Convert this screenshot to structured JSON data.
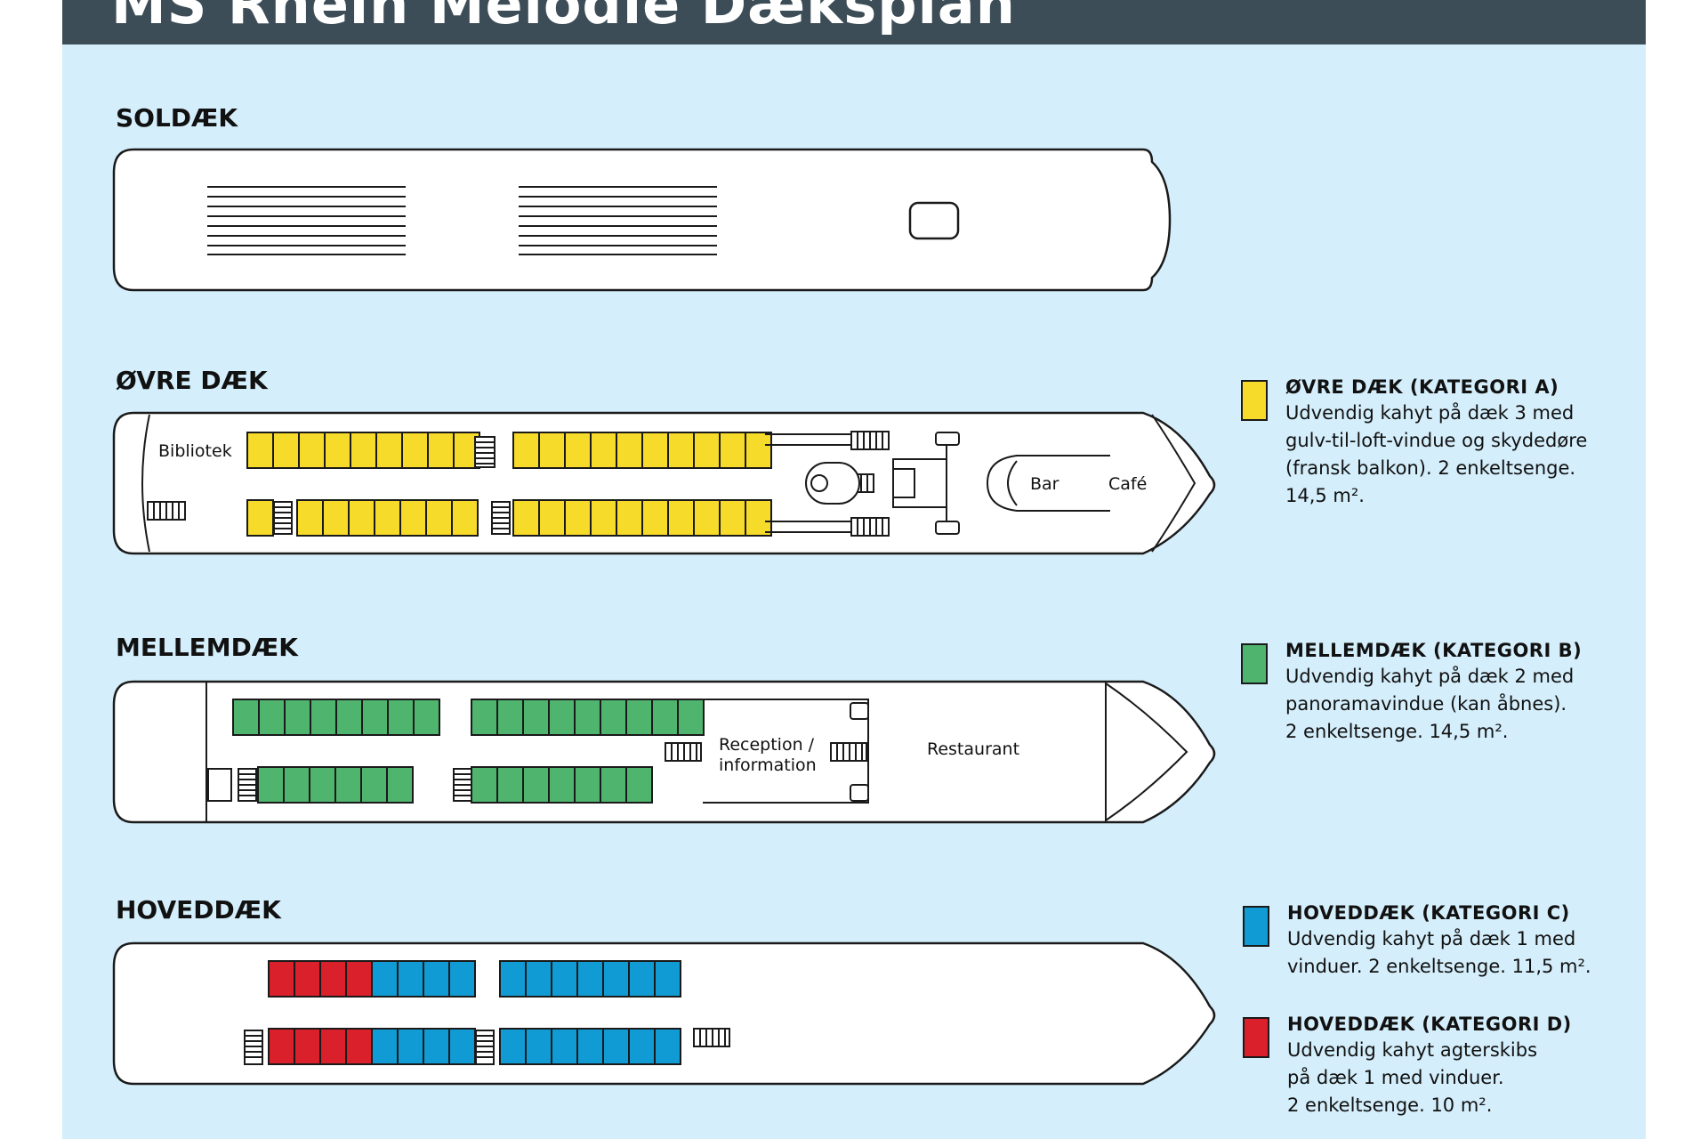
{
  "title": "MS Rhein Melodie Dæksplan",
  "colors": {
    "background": "#d4eefb",
    "title_bar": "#3d4d57",
    "category_a": "#f7db2a",
    "category_b": "#4fb46e",
    "category_c": "#119bd4",
    "category_d": "#d9202b"
  },
  "decks": {
    "soldaek": {
      "label": "SOLDÆK"
    },
    "ovre": {
      "label": "ØVRE DÆK",
      "rooms": {
        "library": "Bibliotek",
        "bar": "Bar",
        "cafe": "Café"
      }
    },
    "mellem": {
      "label": "MELLEMDÆK",
      "rooms": {
        "reception": "Reception /",
        "reception_2": "information",
        "restaurant": "Restaurant"
      }
    },
    "hoved": {
      "label": "HOVEDDÆK"
    }
  },
  "legend": [
    {
      "swatch": "category_a",
      "heading": "ØVRE DÆK  (KATEGORI A)",
      "desc": "Udvendig kahyt på dæk 3 med\ngulv-til-loft-vindue og skydedøre\n(fransk balkon). 2 enkeltsenge.\n14,5 m²."
    },
    {
      "swatch": "category_b",
      "heading": "MELLEMDÆK  (KATEGORI B)",
      "desc": "Udvendig kahyt på dæk 2 med\npanoramavindue (kan åbnes).\n2 enkeltsenge. 14,5 m²."
    },
    {
      "swatch": "category_c",
      "heading": "HOVEDDÆK (KATEGORI C)",
      "desc": "Udvendig kahyt på dæk 1 med\nvinduer. 2 enkeltsenge. 11,5 m²."
    },
    {
      "swatch": "category_d",
      "heading": "HOVEDDÆK (KATEGORI D)",
      "desc": "Udvendig kahyt agterskibs\npå dæk 1 med vinduer.\n2 enkeltsenge. 10 m²."
    }
  ]
}
